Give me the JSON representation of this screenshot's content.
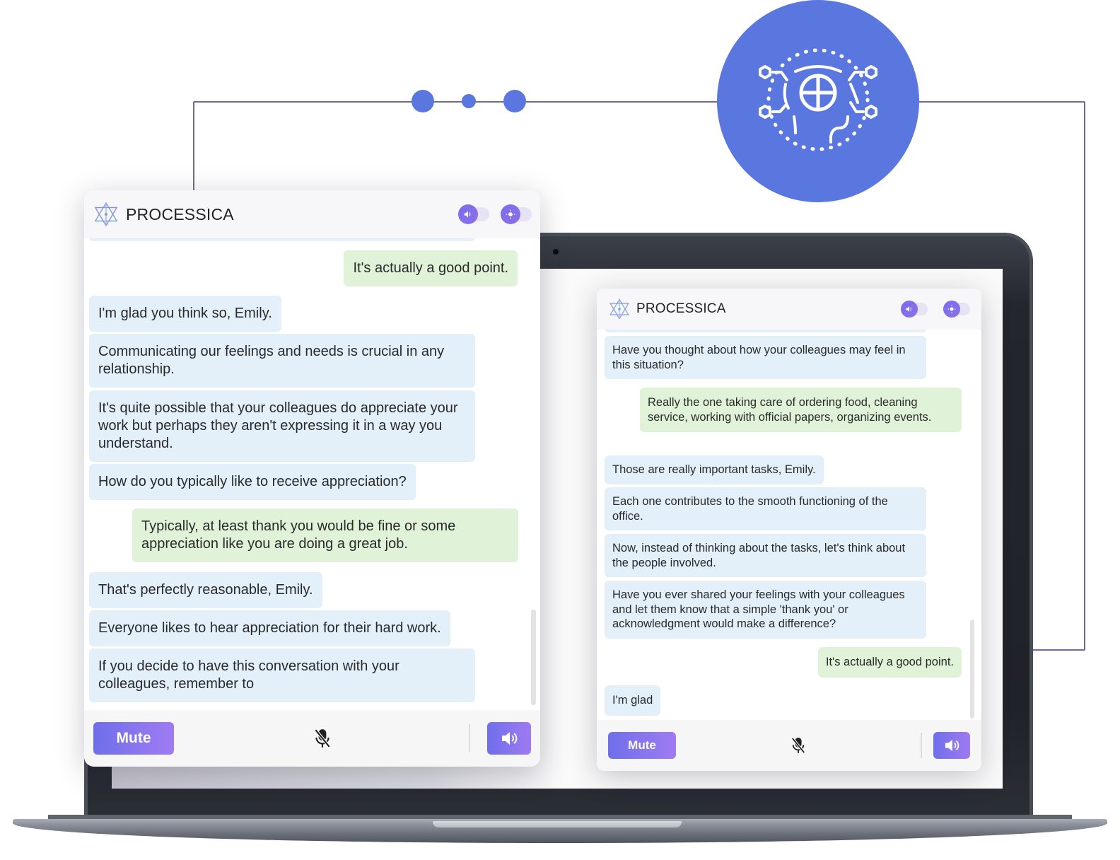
{
  "brand": {
    "name": "PROCESSICA",
    "accent_color": "#5a77e0",
    "button_gradient": [
      "#6f6fea",
      "#a07bf2"
    ],
    "bot_bubble_color": "#e3eff9",
    "user_bubble_color": "#e0f3d9"
  },
  "hub": {
    "icon": "ai-brain-network-icon"
  },
  "connector_dots": 3,
  "front_widget": {
    "title": "PROCESSICA",
    "toggles": [
      {
        "name": "sound-toggle",
        "icon": "speaker-icon",
        "state": "on"
      },
      {
        "name": "theme-toggle",
        "icon": "sun-icon",
        "state": "on"
      }
    ],
    "messages": [
      {
        "role": "user",
        "text": "It's actually a good point."
      },
      {
        "role": "bot",
        "text": "I'm glad you think so, Emily."
      },
      {
        "role": "bot",
        "text": "Communicating our feelings and needs is crucial in any relationship."
      },
      {
        "role": "bot",
        "text": "It's quite possible that your colleagues do appreciate your work but perhaps they aren't expressing it in a way you understand."
      },
      {
        "role": "bot",
        "text": "How do you typically like to receive appreciation?"
      },
      {
        "role": "user",
        "text": "Typically, at least thank you would be fine or some appreciation like you are doing a great job."
      },
      {
        "role": "bot",
        "text": "That's perfectly reasonable, Emily."
      },
      {
        "role": "bot",
        "text": "Everyone likes to hear appreciation for their hard work."
      },
      {
        "role": "bot",
        "text": "If you decide to have this conversation with your colleagues, remember to"
      }
    ],
    "footer": {
      "mute_label": "Mute",
      "mic_icon": "mic-off-icon",
      "speaker_icon": "speaker-icon"
    }
  },
  "laptop_widget": {
    "title": "PROCESSICA",
    "toggles": [
      {
        "name": "sound-toggle",
        "icon": "speaker-icon",
        "state": "on"
      },
      {
        "name": "theme-toggle",
        "icon": "sun-icon",
        "state": "on"
      }
    ],
    "messages": [
      {
        "role": "bot",
        "text": "Have you thought about how your colleagues may feel in this situation?"
      },
      {
        "role": "user",
        "text": "Really the one taking care of ordering food, cleaning service, working with official papers, organizing events."
      },
      {
        "role": "bot",
        "text": "Those are really important tasks, Emily."
      },
      {
        "role": "bot",
        "text": "Each one contributes to the smooth functioning of the office."
      },
      {
        "role": "bot",
        "text": "Now, instead of thinking about the tasks, let's think about the people involved."
      },
      {
        "role": "bot",
        "text": "Have you ever shared your feelings with your colleagues and let them know that a simple 'thank you' or acknowledgment would make a difference?"
      },
      {
        "role": "user",
        "text": "It's actually a good point."
      },
      {
        "role": "bot",
        "text": "I'm glad"
      }
    ],
    "footer": {
      "mute_label": "Mute",
      "mic_icon": "mic-off-icon",
      "speaker_icon": "speaker-icon"
    }
  }
}
